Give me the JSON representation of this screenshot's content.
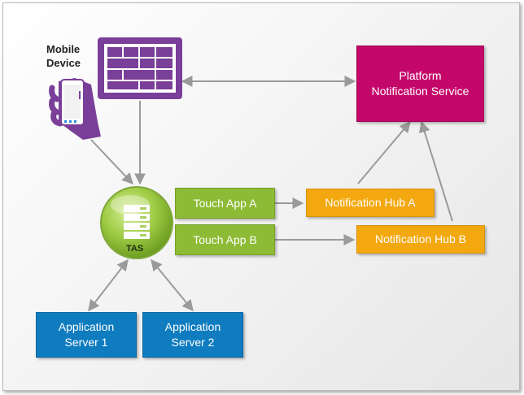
{
  "mobile_device": {
    "label": "Mobile\nDevice"
  },
  "tas": {
    "label": "TAS"
  },
  "touch_app_a": {
    "label": "Touch App A"
  },
  "touch_app_b": {
    "label": "Touch App B"
  },
  "hub_a": {
    "label": "Notification Hub A"
  },
  "hub_b": {
    "label": "Notification Hub B"
  },
  "platform_service": {
    "label": "Platform\nNotification Service"
  },
  "server_1": {
    "label": "Application\nServer  1"
  },
  "server_2": {
    "label": "Application\nServer  2"
  },
  "colors": {
    "touch_app": "#8dbb35",
    "notification_hub": "#f3a80f",
    "application_server": "#0f7cc0",
    "platform_service": "#c4086a",
    "device": "#7a3f98",
    "arrow": "#9a9a9a"
  }
}
